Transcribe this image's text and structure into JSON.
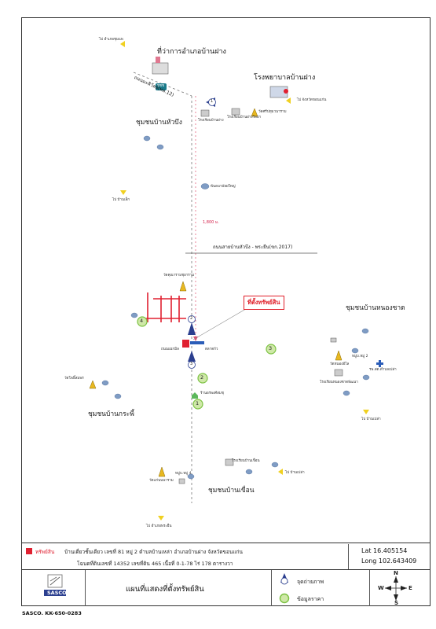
{
  "labels": {
    "district_office": "ที่ว่าการอำเภอบ้านฝาง",
    "hospital": "โรงพยาบาลบ้านฝาง",
    "comm_huawang": "ชุมชนบ้านหัวบึง",
    "comm_nongchat": "ชุมชนบ้านหนองซาด",
    "comm_karapho": "ชุมชนบ้านกระพี้",
    "comm_khuean": "ชุมชนบ้านเขื่อน",
    "road_main": "ถนนมะลิวัลย์(ทล.12)",
    "road_huawang": "ถนนสายบ้านหัวบึง - พระยืน(ขก.2017)",
    "to_chumphae": "ไป อำเภอชุมแพ",
    "to_khonkaen": "ไป จังหวัดขอนแก่น",
    "to_banlek": "ไป บ้านเล็ก",
    "to_banpao_r": "ไป บ้านเปล่า",
    "to_banpao_b": "ไป บ้านเปล่า",
    "to_phrayuen": "ไป อำเภอพระยืน",
    "school_banfang": "โรงเรียนบ้านฝาง",
    "school_banfang_wit": "โรงเรียนบ้านฝางวิทยา",
    "wat_pathum": "วัดศรีปทุมวนาราม",
    "wat_sunthon": "วัดคุณารามชุยาราม",
    "wat_phosiam": "วัดโพธิ์สมพร",
    "wat_nong": "วัดหนองอีโล",
    "school_nongchat": "โรงเรียนหนองซาดพัฒนา",
    "hospital_rpsk": "รพ.สต.ตำบลเปล่า",
    "school_khuean": "โรงเรียนบ้านเขื่อน",
    "wat_khuean": "วัดแก่นนนาราม",
    "moo2": "หมู่บ.หมู่ 2",
    "moo4": "หมู่บ.หมู่ 4",
    "health": "พ้นอนามัยผใหญ่",
    "shop": "ร้านอรพงศ์สมชุ",
    "landmark_left": "ถนนแยกมิล",
    "landmark_right": "ตลาดกัว",
    "distance": "1,800 ม.",
    "num_1": "1",
    "num_2": "2",
    "num_3": "3",
    "num_4": "4",
    "cam_1": "1",
    "cam_2": "2",
    "cam_3": "3",
    "sign_blue": "ขขข"
  },
  "callout": "ที่ตั้งทรัพย์สิน",
  "footer": {
    "legend_label": "ทรัพย์สิน",
    "address": "บ้านเดี่ยวชั้นเดียว เลขที่ 81 หมู่ 2 ตำบลบ้านเหล่า อำเภอบ้านฝาง จังหวัดขอนแก่น",
    "deed": "โฉนดที่ดินเลขที่ 14352 เลขที่ดิน 465 เนื้อที่ 0-1-78 ไร่ 178 ตารางวา",
    "lat": "Lat 16.405154",
    "long": "Long 102.643409",
    "company": "SASCO",
    "title": "แผนที่แสดงที่ตั้งทรัพย์สิน",
    "leg_camera": "จุดถ่ายภาพ",
    "leg_comp": "ข้อมูลราคา",
    "compass_n": "N",
    "compass_s": "S",
    "compass_e": "E",
    "compass_w": "W",
    "code": "SASCO. KK-650-0283"
  },
  "colors": {
    "property": "#e02030",
    "road": "#555555",
    "comp_green": "#7cc242",
    "camera_blue": "#2b3f8f"
  }
}
